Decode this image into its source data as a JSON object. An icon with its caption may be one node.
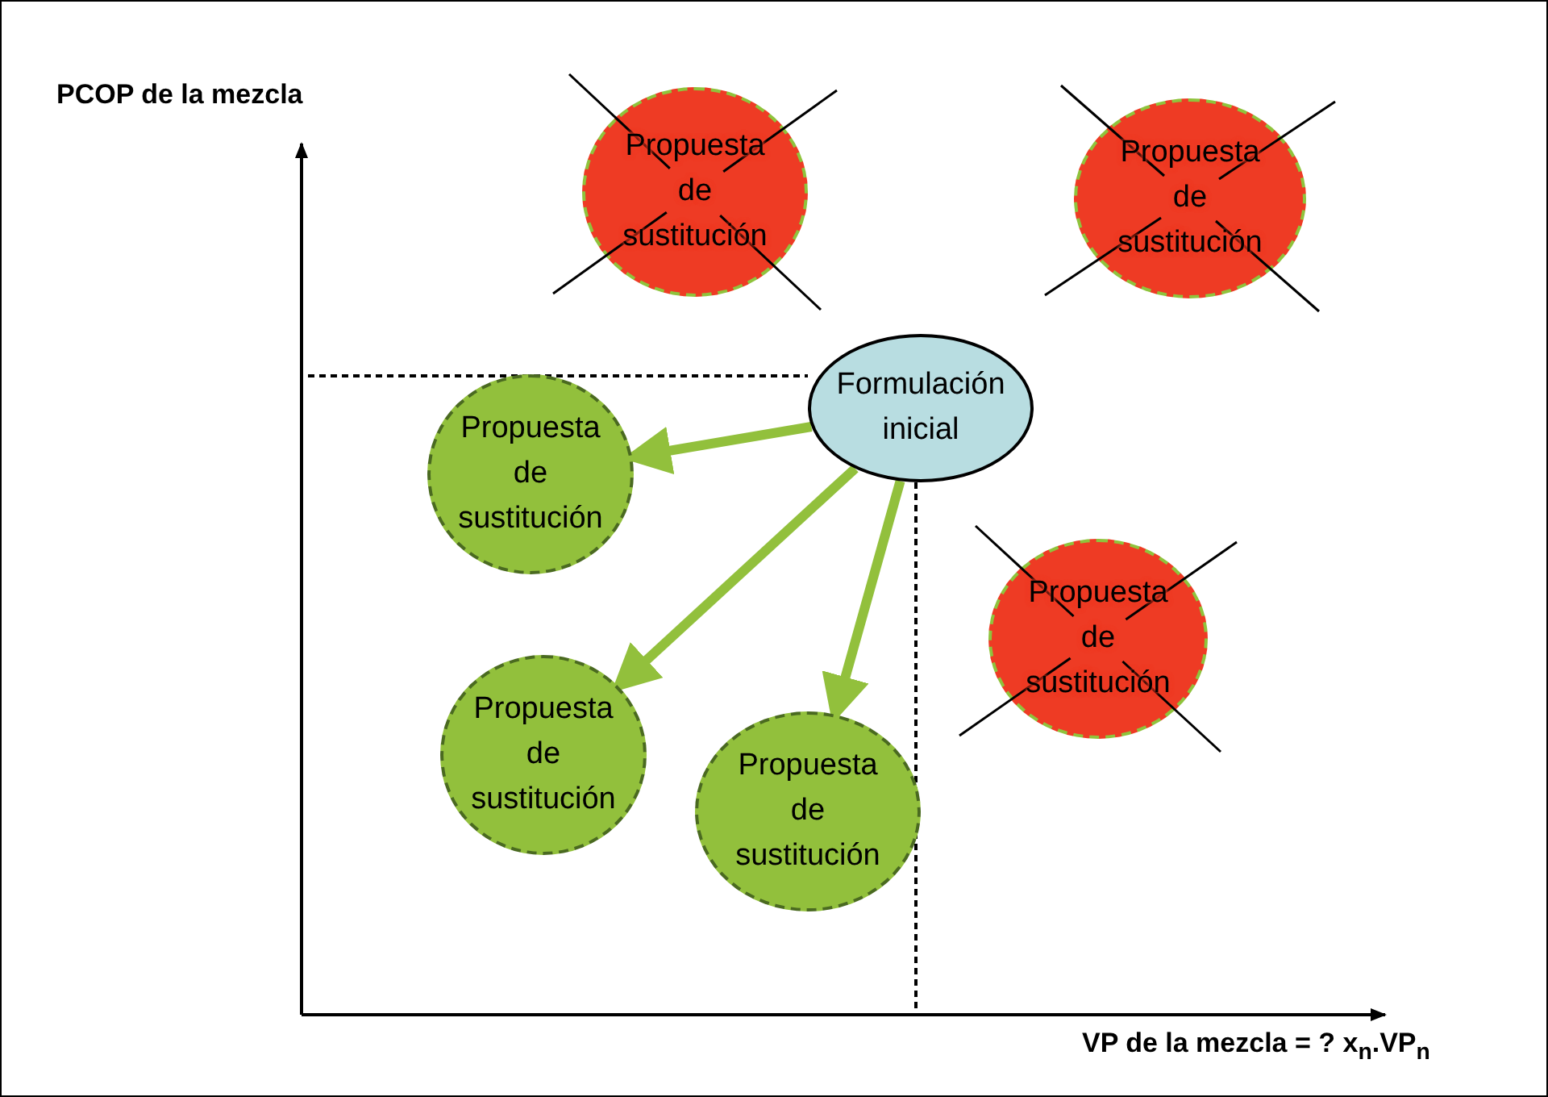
{
  "diagram": {
    "nodes": [
      {
        "text": [
          "Propuesta de sustitución"
        ]
      },
      {
        "text": [
          "Propuesta de sustitución"
        ]
      },
      {
        "text": [
          "Formulación inicial"
        ]
      },
      {
        "text": [
          "Propuesta de sustitución"
        ]
      },
      {
        "text": [
          "Propuesta de sustitución"
        ]
      },
      {
        "text": [
          "Propuesta de sustitución"
        ]
      },
      {
        "text": [
          "Propuesta de sustitución"
        ]
      }
    ],
    "edges": [
      {
        "from": 2,
        "to": 3,
        "arrow": "to"
      },
      {
        "from": 2,
        "to": 5,
        "arrow": "to"
      },
      {
        "from": 2,
        "to": 6,
        "arrow": "to"
      }
    ],
    "labels": [
      "PCOP de la mezcla",
      "VP de la mezcla = ? x$_{n}$.VP$_{n}$"
    ]
  }
}
